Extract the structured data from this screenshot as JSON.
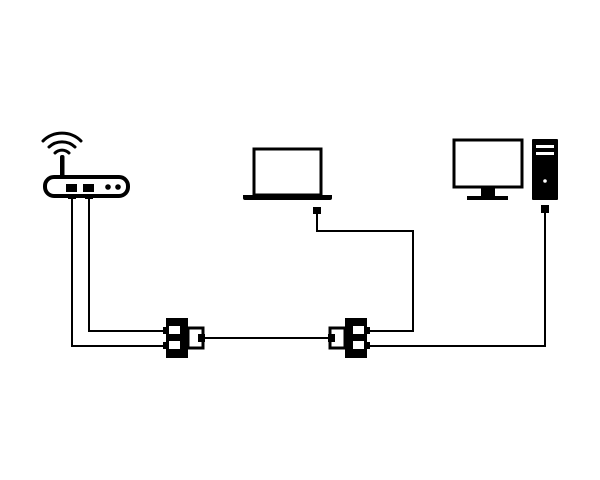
{
  "diagram": {
    "nodes": [
      {
        "id": "router",
        "icon": "wifi-router-icon"
      },
      {
        "id": "laptop",
        "icon": "laptop-icon"
      },
      {
        "id": "desktop",
        "icon": "desktop-computer-icon"
      },
      {
        "id": "splitter-left",
        "icon": "ethernet-splitter-icon"
      },
      {
        "id": "splitter-right",
        "icon": "ethernet-splitter-icon"
      }
    ],
    "connections": [
      {
        "from": "router",
        "to": "splitter-left"
      },
      {
        "from": "router",
        "to": "splitter-left"
      },
      {
        "from": "splitter-left",
        "to": "splitter-right"
      },
      {
        "from": "laptop",
        "to": "splitter-right"
      },
      {
        "from": "desktop",
        "to": "splitter-right"
      }
    ],
    "colors": {
      "line": "#000000",
      "background": "#ffffff"
    }
  }
}
